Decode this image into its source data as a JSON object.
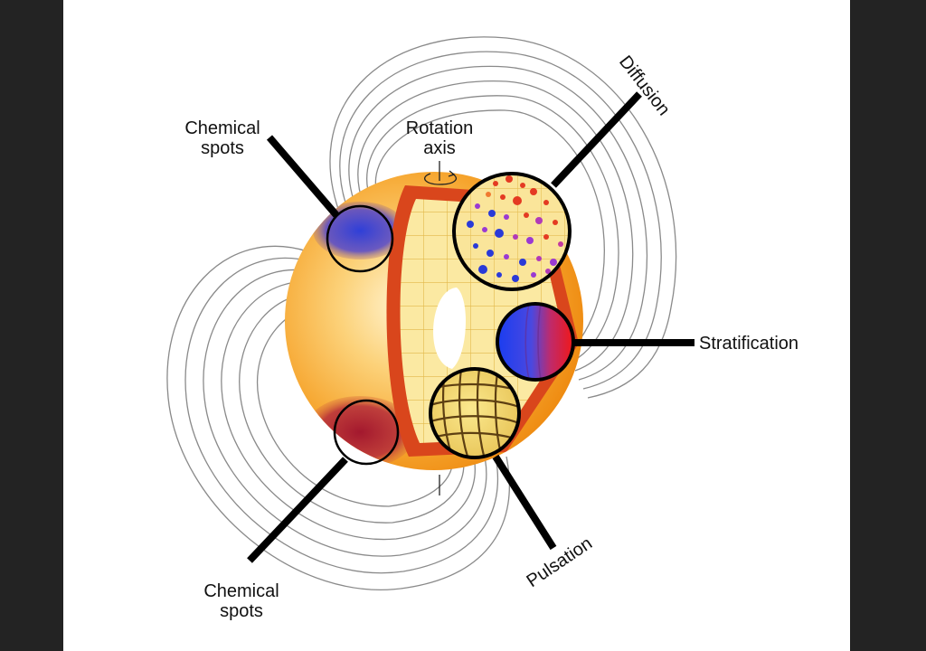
{
  "labels": {
    "chemical_spots_top_line1": "Chemical",
    "chemical_spots_top_line2": "spots",
    "rotation_axis_line1": "Rotation",
    "rotation_axis_line2": "axis",
    "diffusion": "Diffusion",
    "stratification": "Stratification",
    "pulsation": "Pulsation",
    "chemical_spots_bottom_line1": "Chemical",
    "chemical_spots_bottom_line2": "spots"
  },
  "colors": {
    "frame": "#232323",
    "background": "#ffffff",
    "star_core": "#fde9a8",
    "star_mid": "#f8b23a",
    "star_edge": "#f08a12",
    "field_lines": "#8a8a8a",
    "leader_lines": "#000000",
    "spot_blue": "#3b3fd6",
    "spot_red": "#b0233a",
    "stratification_blue": "#1f4fe8",
    "stratification_red": "#e41c1c",
    "cutaway_rim": "#d9461c",
    "interior_grid": "#fbe28a"
  }
}
